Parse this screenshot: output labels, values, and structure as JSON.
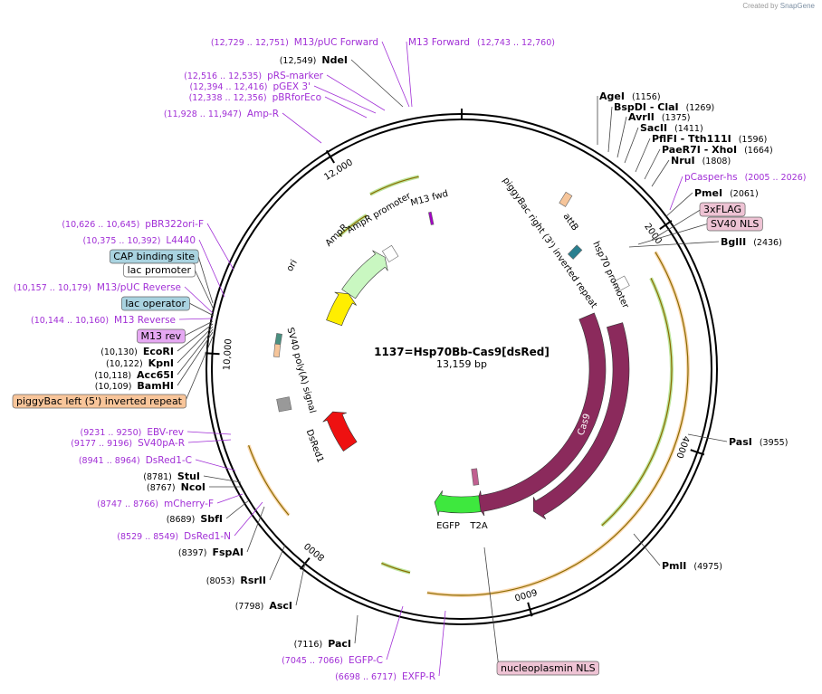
{
  "credit": {
    "prefix": "Created by",
    "brand": "SnapGene"
  },
  "plasmid": {
    "name": "1137=Hsp70Bb-Cas9[dsRed]",
    "length": "13,159 bp",
    "length_bp": 13159
  },
  "ticks": [
    {
      "bp": 2000,
      "label": "2000"
    },
    {
      "bp": 4000,
      "label": "4000"
    },
    {
      "bp": 6000,
      "label": "6000"
    },
    {
      "bp": 8000,
      "label": "8000"
    },
    {
      "bp": 10000,
      "label": "10,000"
    },
    {
      "bp": 12000,
      "label": "12,000"
    }
  ],
  "features": [
    {
      "label": "Cas9",
      "color": "#8b2a5c",
      "kind": "cds",
      "start": 2450,
      "end": 6350,
      "label_on_arrow": true
    },
    {
      "label": "Cas9",
      "color": "#8b2a5c",
      "kind": "cds",
      "start": 2700,
      "end": 5600,
      "label_on_arrow": true
    },
    {
      "label": "EGFP",
      "color": "#3ee83e",
      "kind": "cds",
      "start": 6300,
      "end": 7000
    },
    {
      "label": "T2A",
      "color": "#8b2a5c",
      "kind": "small",
      "start": 6280,
      "end": 6330
    },
    {
      "label": "DsRed1",
      "color": "#ee1111",
      "kind": "cds",
      "start": 8600,
      "end": 9200
    },
    {
      "label": "AmpR",
      "color": "#c9f7c1",
      "kind": "cds",
      "start": 11100,
      "end": 11900
    },
    {
      "label": "AmpR promoter",
      "color": "#ffffff",
      "kind": "promoter",
      "start": 11920,
      "end": 12030
    },
    {
      "label": "ori",
      "color": "#ffee00",
      "kind": "cds",
      "start": 10600,
      "end": 11100
    },
    {
      "label": "SV40 poly(A) signal",
      "color": "#999999",
      "kind": "box",
      "start": 9400,
      "end": 9520
    },
    {
      "label": "hsp70 promoter",
      "color": "#ffffff",
      "kind": "promoter",
      "start": 2150,
      "end": 2380
    },
    {
      "label": "piggyBac right (3') inverted repeat",
      "color": "#f6c59a",
      "kind": "box",
      "start": 1100,
      "end": 1200
    },
    {
      "label": "attB",
      "color": "#2a7f8f",
      "kind": "box",
      "start": 1580,
      "end": 1650
    },
    {
      "label": "M13 fwd",
      "color": "#a300c4",
      "kind": "primer",
      "start": 12720,
      "end": 12760
    }
  ],
  "left_labels": [
    {
      "coord": "(12,729 .. 12,751)",
      "name": "M13/pUC Forward",
      "style": "primer"
    },
    {
      "coord": "(12,549)",
      "name": "NdeI",
      "style": "enzyme"
    },
    {
      "coord": "(12,516 .. 12,535)",
      "name": "pRS-marker",
      "style": "primer"
    },
    {
      "coord": "(12,394 .. 12,416)",
      "name": "pGEX 3'",
      "style": "primer"
    },
    {
      "coord": "(12,338 .. 12,356)",
      "name": "pBRforEco",
      "style": "primer"
    },
    {
      "coord": "(11,928 .. 11,947)",
      "name": "Amp-R",
      "style": "primer"
    },
    {
      "coord": "(10,626 .. 10,645)",
      "name": "pBR322ori-F",
      "style": "primer"
    },
    {
      "coord": "(10,375 .. 10,392)",
      "name": "L4440",
      "style": "primer"
    },
    {
      "coord": "",
      "name": "CAP binding site",
      "style": "boxblue"
    },
    {
      "coord": "",
      "name": "lac promoter",
      "style": "boxwhite"
    },
    {
      "coord": "(10,157 .. 10,179)",
      "name": "M13/pUC Reverse",
      "style": "primer"
    },
    {
      "coord": "",
      "name": "lac operator",
      "style": "boxblue"
    },
    {
      "coord": "(10,144 .. 10,160)",
      "name": "M13 Reverse",
      "style": "primer"
    },
    {
      "coord": "",
      "name": "M13 rev",
      "style": "boxpurple"
    },
    {
      "coord": "(10,130)",
      "name": "EcoRI",
      "style": "enzyme"
    },
    {
      "coord": "(10,122)",
      "name": "KpnI",
      "style": "enzyme"
    },
    {
      "coord": "(10,118)",
      "name": "Acc65I",
      "style": "enzyme"
    },
    {
      "coord": "(10,109)",
      "name": "BamHI",
      "style": "enzyme"
    },
    {
      "coord": "",
      "name": "piggyBac left (5') inverted repeat",
      "style": "boxorange"
    },
    {
      "coord": "(9231 .. 9250)",
      "name": "EBV-rev",
      "style": "primer"
    },
    {
      "coord": "(9177 .. 9196)",
      "name": "SV40pA-R",
      "style": "primer"
    },
    {
      "coord": "(8941 .. 8964)",
      "name": "DsRed1-C",
      "style": "primer"
    },
    {
      "coord": "(8781)",
      "name": "StuI",
      "style": "enzyme"
    },
    {
      "coord": "(8767)",
      "name": "NcoI",
      "style": "enzyme"
    },
    {
      "coord": "(8747 .. 8766)",
      "name": "mCherry-F",
      "style": "primer"
    },
    {
      "coord": "(8689)",
      "name": "SbfI",
      "style": "enzyme"
    },
    {
      "coord": "(8529 .. 8549)",
      "name": "DsRed1-N",
      "style": "primer"
    },
    {
      "coord": "(8397)",
      "name": "FspAI",
      "style": "enzyme"
    },
    {
      "coord": "(8053)",
      "name": "RsrII",
      "style": "enzyme"
    },
    {
      "coord": "(7798)",
      "name": "AscI",
      "style": "enzyme"
    },
    {
      "coord": "(7116)",
      "name": "PacI",
      "style": "enzyme"
    },
    {
      "coord": "(7045 .. 7066)",
      "name": "EGFP-C",
      "style": "primer"
    },
    {
      "coord": "(6698 .. 6717)",
      "name": "EXFP-R",
      "style": "primer"
    }
  ],
  "right_labels": [
    {
      "name": "M13 Forward",
      "coord": "(12,743 .. 12,760)",
      "style": "primer"
    },
    {
      "name": "AgeI",
      "coord": "(1156)",
      "style": "enzyme"
    },
    {
      "name": "BspDI - ClaI",
      "coord": "(1269)",
      "style": "enzyme"
    },
    {
      "name": "AvrII",
      "coord": "(1375)",
      "style": "enzyme"
    },
    {
      "name": "SacII",
      "coord": "(1411)",
      "style": "enzyme"
    },
    {
      "name": "PflFI - Tth111I",
      "coord": "(1596)",
      "style": "enzyme"
    },
    {
      "name": "PaeR7I - XhoI",
      "coord": "(1664)",
      "style": "enzyme"
    },
    {
      "name": "NruI",
      "coord": "(1808)",
      "style": "enzyme"
    },
    {
      "name": "pCasper-hs",
      "coord": "(2005 .. 2026)",
      "style": "primer"
    },
    {
      "name": "PmeI",
      "coord": "(2061)",
      "style": "enzyme"
    },
    {
      "name": "3xFLAG",
      "coord": "",
      "style": "boxpink"
    },
    {
      "name": "SV40 NLS",
      "coord": "",
      "style": "boxpink"
    },
    {
      "name": "BglII",
      "coord": "(2436)",
      "style": "enzyme"
    },
    {
      "name": "PasI",
      "coord": "(3955)",
      "style": "enzyme"
    },
    {
      "name": "PmlI",
      "coord": "(4975)",
      "style": "enzyme"
    },
    {
      "name": "nucleoplasmin NLS",
      "coord": "",
      "style": "boxpink"
    }
  ],
  "colors": {
    "primer": "#a12fd6",
    "enzyme": "#000000",
    "backbone": "#000000",
    "orange_track": "#f3a64a",
    "green_track": "#6ac31f"
  }
}
